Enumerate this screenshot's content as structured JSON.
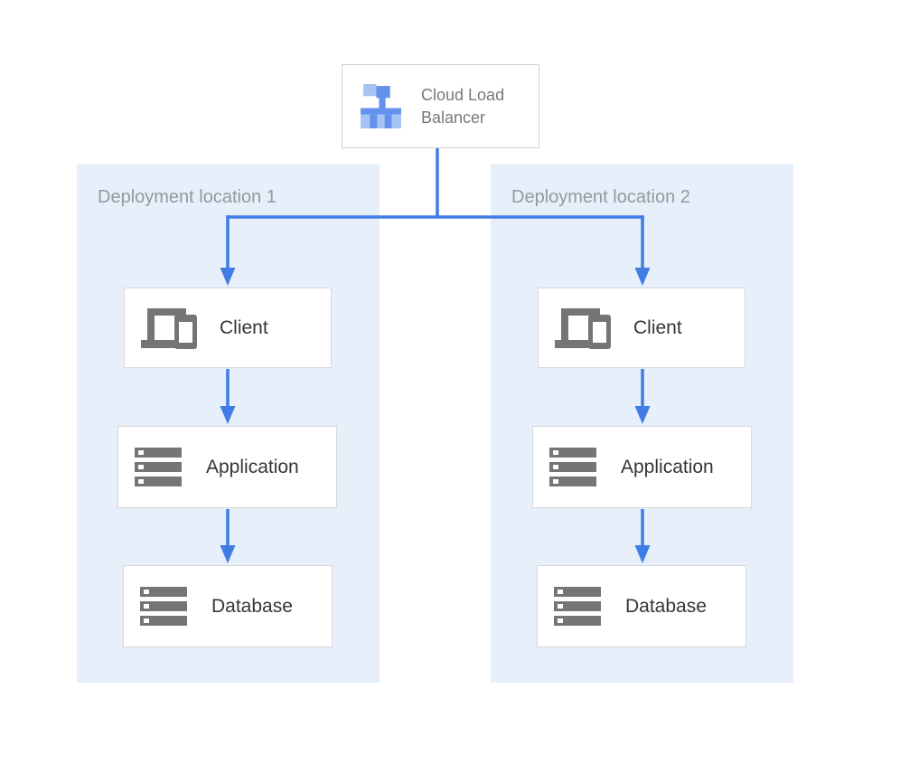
{
  "diagram": {
    "load_balancer": {
      "label": "Cloud Load Balancer",
      "icon": "load-balancer-icon"
    },
    "panels": [
      {
        "label": "Deployment location 1",
        "nodes": [
          {
            "label": "Client",
            "icon": "client-devices-icon"
          },
          {
            "label": "Application",
            "icon": "server-stack-icon"
          },
          {
            "label": "Database",
            "icon": "server-stack-icon"
          }
        ]
      },
      {
        "label": "Deployment location 2",
        "nodes": [
          {
            "label": "Client",
            "icon": "client-devices-icon"
          },
          {
            "label": "Application",
            "icon": "server-stack-icon"
          },
          {
            "label": "Database",
            "icon": "server-stack-icon"
          }
        ]
      }
    ],
    "colors": {
      "accent_blue": "#3F7CE4",
      "panel_background": "#E6EFFA",
      "node_background": "#FFFFFF",
      "node_border": "#D8D8D8",
      "icon_gray": "#757575",
      "icon_blue_light": "#A6C3F6",
      "icon_blue_medium": "#6392EC",
      "node_label_color": "#323639",
      "panel_label_color": "#94999E",
      "lb_label_color": "#76797C"
    }
  }
}
